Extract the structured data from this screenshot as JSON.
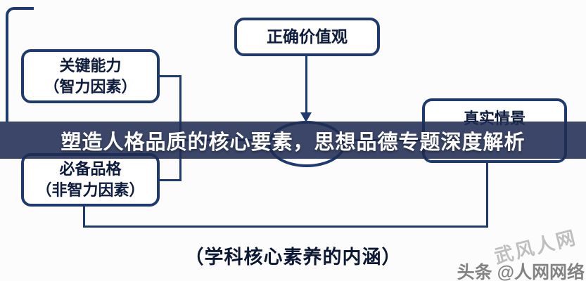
{
  "banner": {
    "title": "塑造人格品质的核心要素，思想品德专题深度解析",
    "bg_color": "#202c54",
    "text_color": "#ffffff"
  },
  "diagram": {
    "accent_color": "#1e3a6e",
    "top_box": {
      "label": "正确价值观"
    },
    "left_top_box": {
      "line1": "关键能力",
      "line2": "（智力因素）"
    },
    "left_bottom_box": {
      "line1": "必备品格",
      "line2": "（非智力因素）"
    },
    "right_box": {
      "label": "真实情景"
    },
    "caption": "（学科核心素养的内涵）"
  },
  "watermark": {
    "diagonal_text": "武风人网",
    "credit_text": "头条 @人网网络"
  }
}
